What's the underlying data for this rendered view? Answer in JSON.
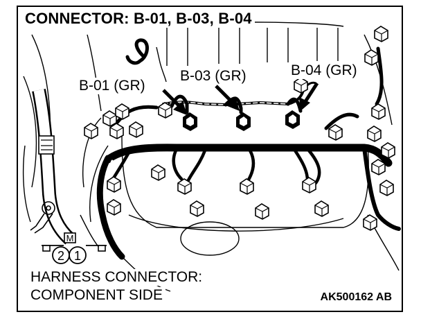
{
  "header": {
    "title": "CONNECTOR: B-01, B-03, B-04"
  },
  "connectors": [
    {
      "label": "B-01 (GR)"
    },
    {
      "label": "B-03 (GR)"
    },
    {
      "label": "B-04 (GR)"
    }
  ],
  "harness_connector": {
    "mark": "M",
    "pin_left": "2",
    "pin_right": "1"
  },
  "caption": {
    "line1": "HARNESS CONNECTOR:",
    "line2": "COMPONENT SIDE"
  },
  "code": "AK500162 AB"
}
